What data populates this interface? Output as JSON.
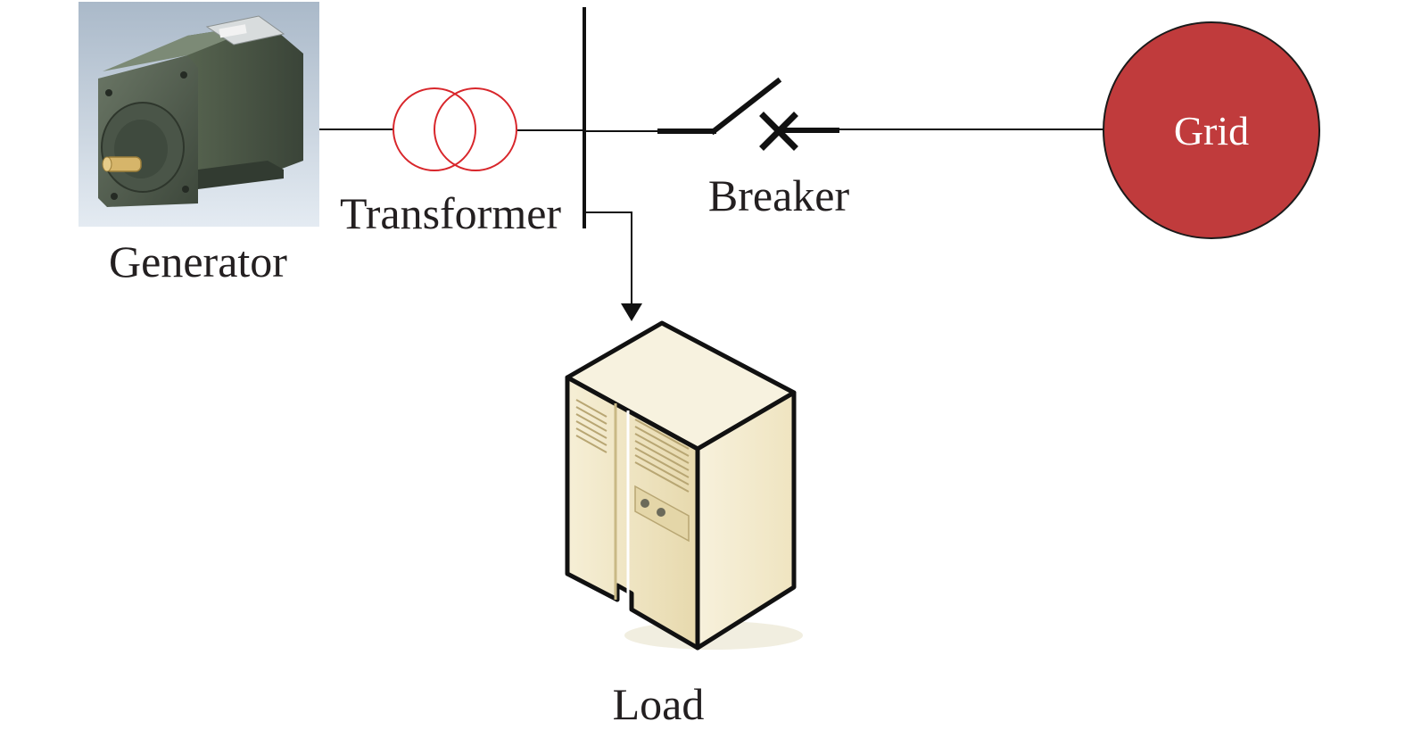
{
  "labels": {
    "generator": "Generator",
    "transformer": "Transformer",
    "breaker": "Breaker",
    "grid": "Grid",
    "load": "Load"
  },
  "colors": {
    "line": "#111111",
    "transformer": "#d8262b",
    "grid_fill": "#c03b3c",
    "grid_stroke": "#1a1a1a",
    "motor_body": "#4e5a4b",
    "motor_bg": "#c9d6e3",
    "shaft": "#d8b86a",
    "cabinet": "#efe6c8"
  },
  "icons": {
    "generator": "motor-image-icon",
    "transformer": "transformer-symbol-icon",
    "breaker": "breaker-switch-icon",
    "grid": "grid-circle-icon",
    "load": "server-cabinet-icon"
  }
}
